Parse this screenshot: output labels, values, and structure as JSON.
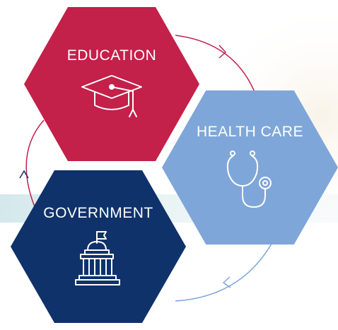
{
  "colors": {
    "education": "#c3204a",
    "health_care": "#7fa6d8",
    "government": "#0f326b",
    "cycle_red": "#c3204a",
    "cycle_blue": "#7fa6d8"
  },
  "segments": [
    {
      "id": "education",
      "label": "EDUCATION",
      "icon": "graduation-cap-icon"
    },
    {
      "id": "health_care",
      "label": "HEALTH CARE",
      "icon": "stethoscope-icon"
    },
    {
      "id": "government",
      "label": "GOVERNMENT",
      "icon": "capitol-building-icon"
    }
  ]
}
